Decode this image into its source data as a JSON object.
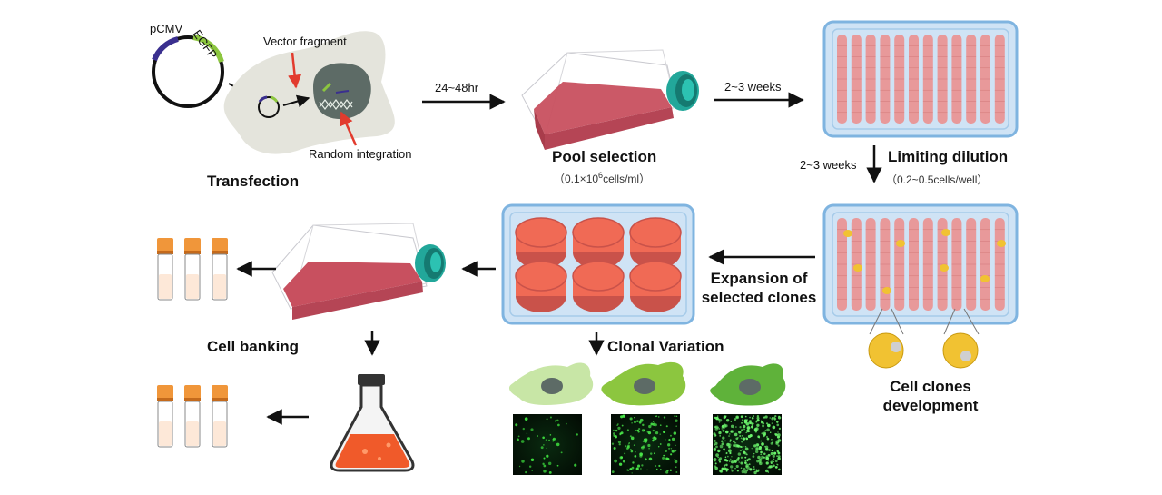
{
  "plasmid": {
    "promoter_label": "pCMV",
    "gene_label": "EGFP"
  },
  "transfection": {
    "title": "Transfection",
    "vector_label": "Vector fragment",
    "integration_label": "Random integration"
  },
  "steps": {
    "time_1": "24~48hr",
    "time_2": "2~3 weeks",
    "time_3": "2~3 weeks"
  },
  "pool_selection": {
    "title": "Pool selection",
    "density_prefix": "（0.1×10",
    "density_exp": "6",
    "density_suffix": "cells/ml）"
  },
  "limiting_dilution": {
    "title": "Limiting dilution",
    "density": "（0.2~0.5cells/well）"
  },
  "expansion": {
    "line1": "Expansion of",
    "line2": "selected clones"
  },
  "clones": {
    "line1": "Cell clones",
    "line2": "development"
  },
  "banking": {
    "title": "Cell banking"
  },
  "variation": {
    "title": "Clonal Variation"
  },
  "colors": {
    "arrow": "#111111",
    "red_arrow": "#e23b2e",
    "well_plate_bg": "#cfe3f5",
    "well_plate_border": "#7fb4e0",
    "well": "#e8999a",
    "well_dark": "#c96b6d",
    "round_well": "#f06a55",
    "flask_liquid": "#c8505f",
    "flask_cap": "#22a79a",
    "vial_cap": "#f0963a",
    "vial_liquid": "#fde8d8",
    "colony_yellow": "#f1c232",
    "cell_gray": "#e4e4dc",
    "gfp_light": "#c8e6a6",
    "gfp_mid": "#8cc63f",
    "gfp_dark": "#5fb23a",
    "erlenmeyer_liquid": "#f05a2a"
  }
}
